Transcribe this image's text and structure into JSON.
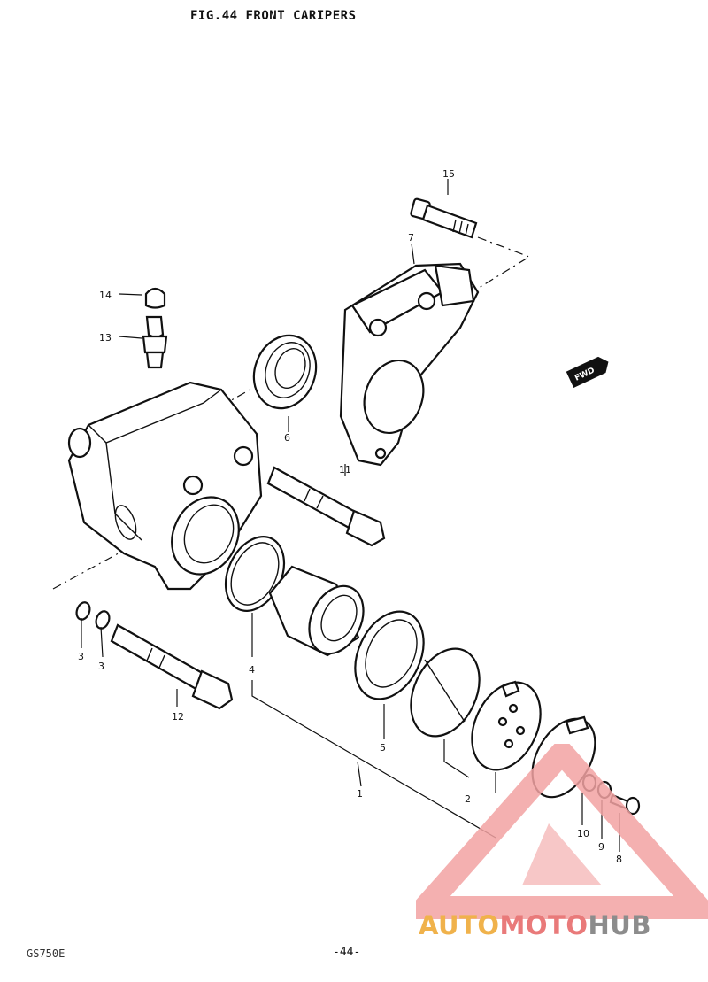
{
  "header": {
    "title": "FIG.44  FRONT CARIPERS"
  },
  "footer": {
    "page_number": "-44-",
    "model_code": "GS750E"
  },
  "fwd_label": "FWD",
  "parts": [
    {
      "id": "15",
      "label": "15"
    },
    {
      "id": "7",
      "label": "7"
    },
    {
      "id": "14",
      "label": "14"
    },
    {
      "id": "13",
      "label": "13"
    },
    {
      "id": "6",
      "label": "6"
    },
    {
      "id": "11",
      "label": "11"
    },
    {
      "id": "3a",
      "label": "3"
    },
    {
      "id": "3b",
      "label": "3"
    },
    {
      "id": "4",
      "label": "4"
    },
    {
      "id": "12",
      "label": "12"
    },
    {
      "id": "5",
      "label": "5"
    },
    {
      "id": "1",
      "label": "1"
    },
    {
      "id": "2",
      "label": "2"
    },
    {
      "id": "10",
      "label": "10"
    },
    {
      "id": "9",
      "label": "9"
    },
    {
      "id": "8",
      "label": "8"
    }
  ],
  "watermark": {
    "part1": "AUTO",
    "part2": "MOTO",
    "part3": "HUB",
    "colors": {
      "yellow": "#f0b24b",
      "red": "#e97a7a",
      "gray": "#8c8c8c"
    }
  }
}
